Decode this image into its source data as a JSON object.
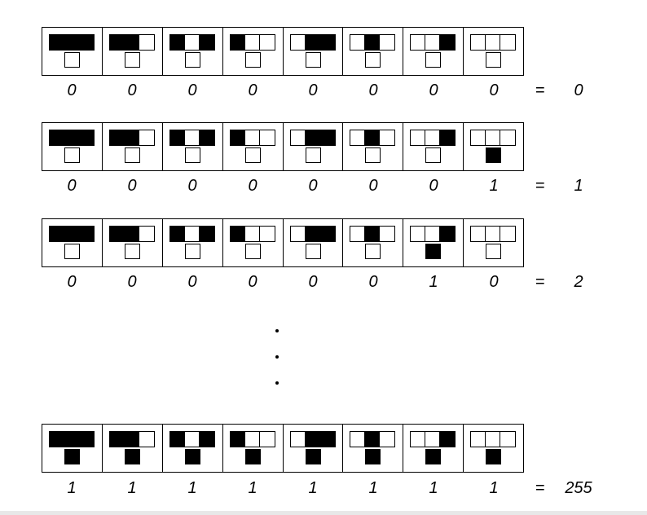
{
  "neighborhoods": [
    [
      1,
      1,
      1
    ],
    [
      1,
      1,
      0
    ],
    [
      1,
      0,
      1
    ],
    [
      1,
      0,
      0
    ],
    [
      0,
      1,
      1
    ],
    [
      0,
      1,
      0
    ],
    [
      0,
      0,
      1
    ],
    [
      0,
      0,
      0
    ]
  ],
  "equals_sign": "=",
  "rows": [
    {
      "outputs": [
        0,
        0,
        0,
        0,
        0,
        0,
        0,
        0
      ],
      "labels": [
        "0",
        "0",
        "0",
        "0",
        "0",
        "0",
        "0",
        "0"
      ],
      "result": "0"
    },
    {
      "outputs": [
        0,
        0,
        0,
        0,
        0,
        0,
        0,
        1
      ],
      "labels": [
        "0",
        "0",
        "0",
        "0",
        "0",
        "0",
        "0",
        "1"
      ],
      "result": "1"
    },
    {
      "outputs": [
        0,
        0,
        0,
        0,
        0,
        0,
        1,
        0
      ],
      "labels": [
        "0",
        "0",
        "0",
        "0",
        "0",
        "0",
        "1",
        "0"
      ],
      "result": "2"
    },
    {
      "outputs": [
        1,
        1,
        1,
        1,
        1,
        1,
        1,
        1
      ],
      "labels": [
        "1",
        "1",
        "1",
        "1",
        "1",
        "1",
        "1",
        "1"
      ],
      "result": "255"
    }
  ]
}
